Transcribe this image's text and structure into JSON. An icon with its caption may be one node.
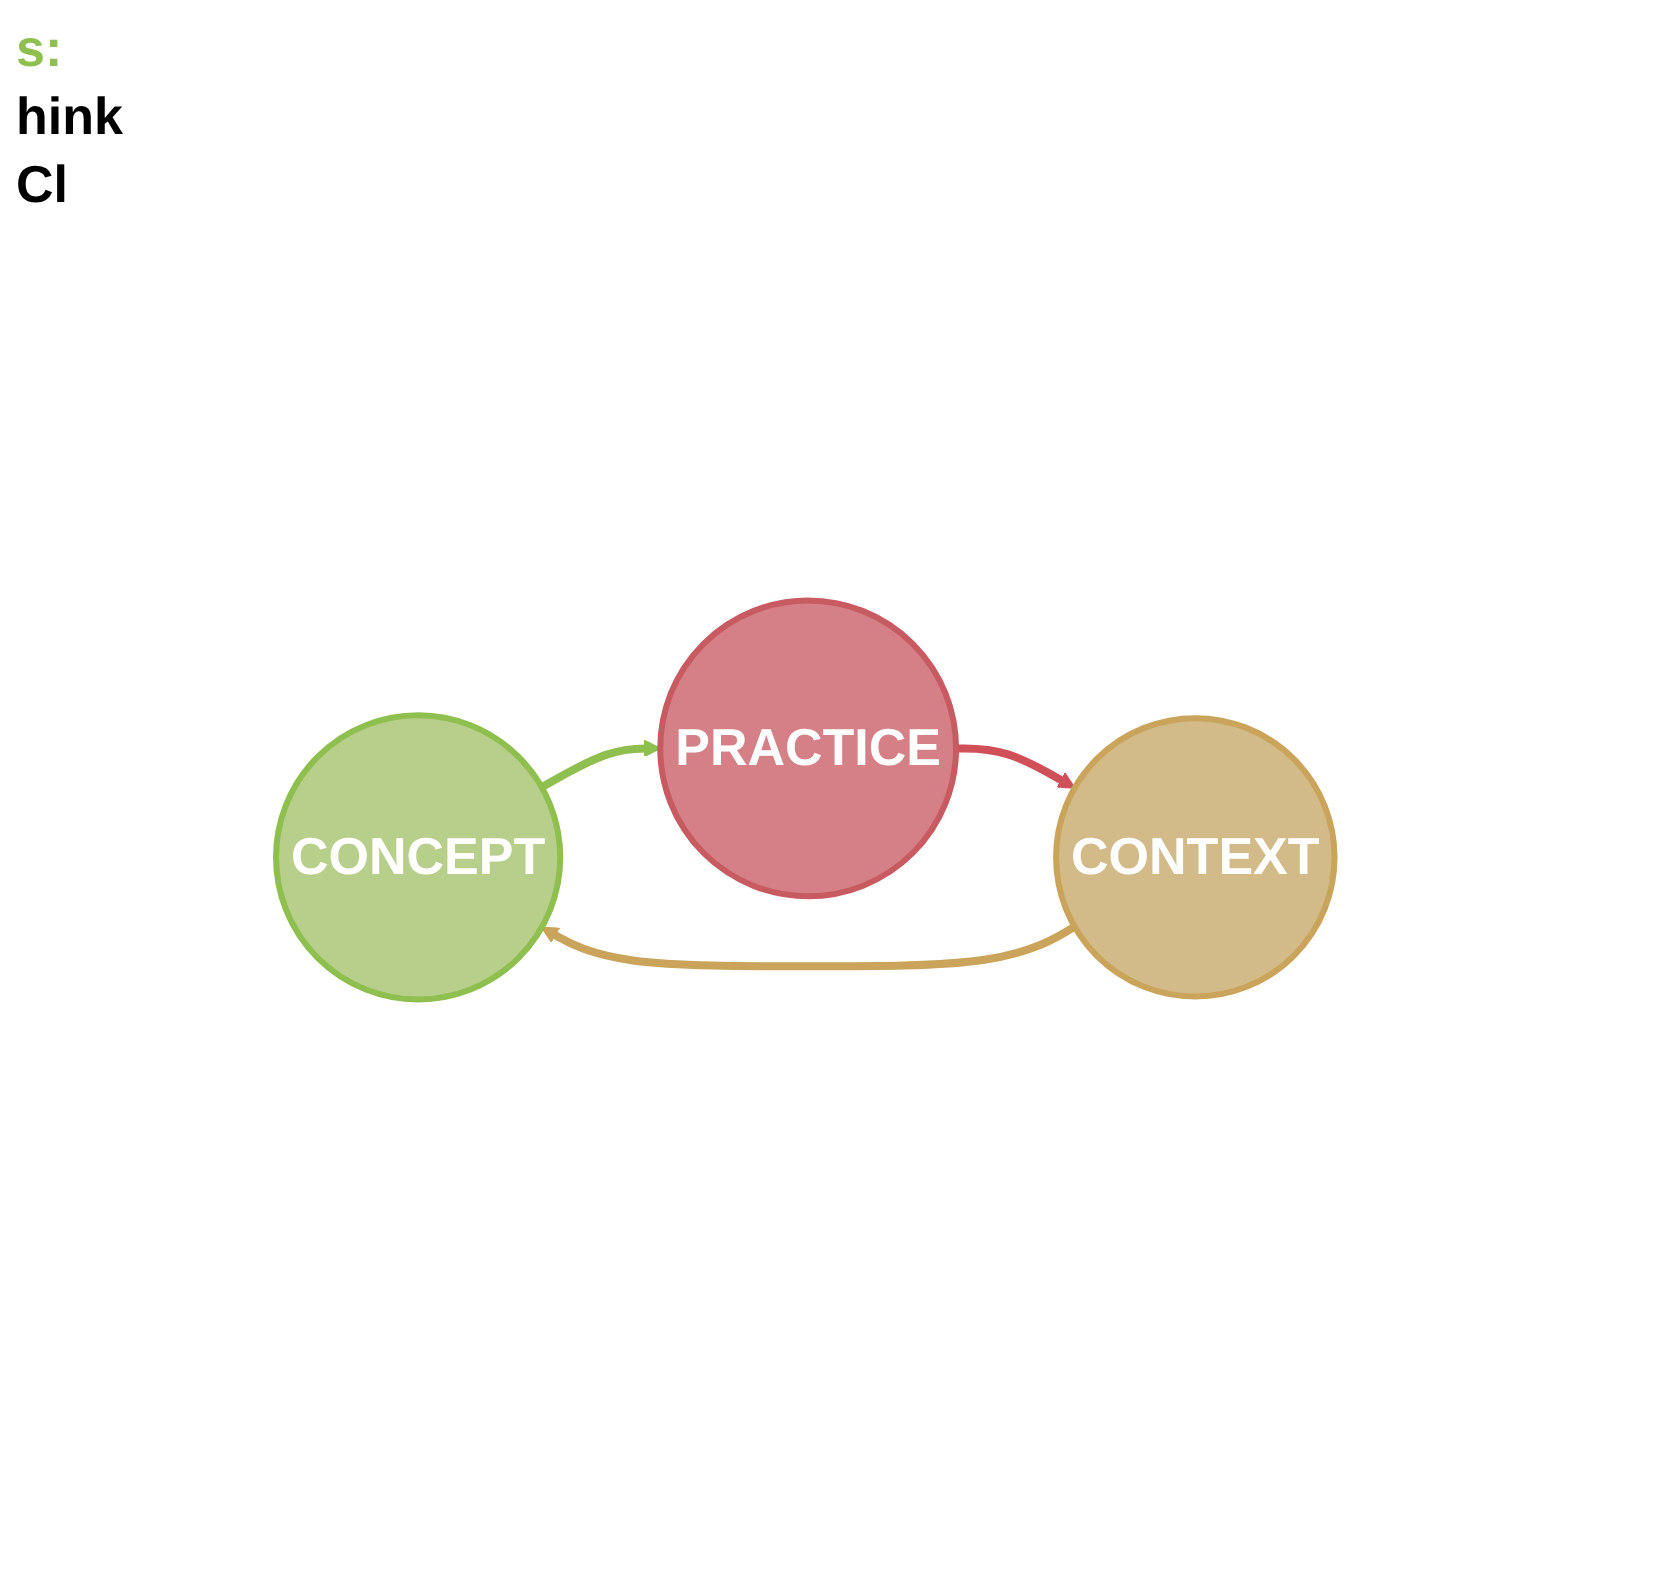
{
  "diagram": {
    "nodes": [
      {
        "text": [
          "CONCEPT"
        ]
      },
      {
        "text": [
          "PRACTICE"
        ]
      },
      {
        "text": [
          "CONTEXT"
        ]
      }
    ],
    "edges": [
      {
        "from": 0,
        "to": 1,
        "arrow": "to",
        "color": "#8fbf4f"
      },
      {
        "from": 1,
        "to": 2,
        "arrow": "to",
        "color": "#d0505a"
      },
      {
        "from": 2,
        "to": 0,
        "arrow": "to",
        "color": "#c9a45a"
      }
    ],
    "labels": [
      "s:",
      "hink",
      "Cl"
    ]
  }
}
